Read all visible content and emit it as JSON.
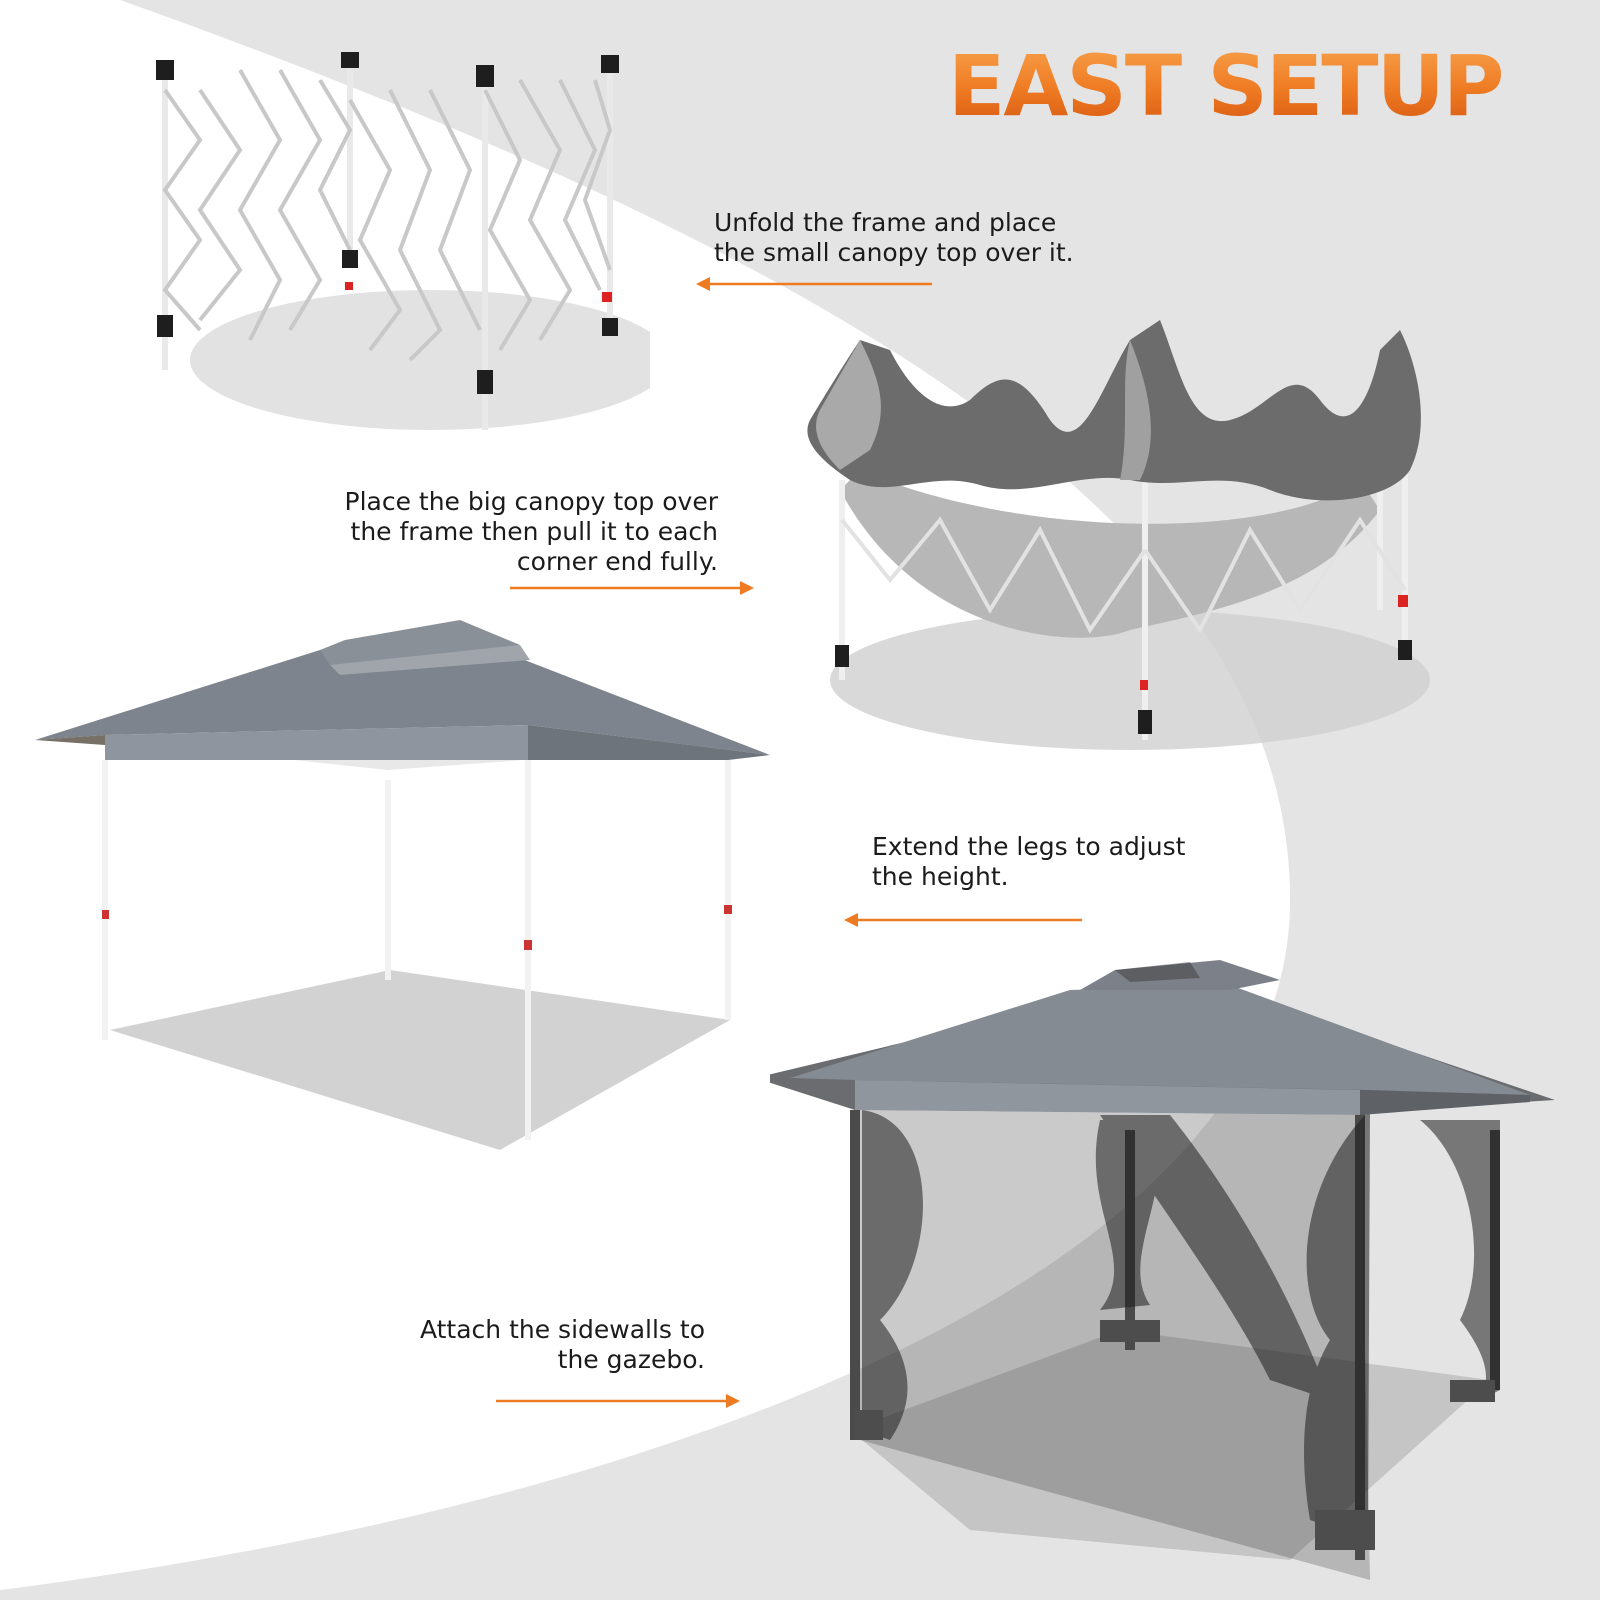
{
  "heading": "EAST SETUP",
  "steps": [
    {
      "lines": [
        "Unfold the frame and place",
        "the small canopy top over it."
      ],
      "arrow_direction": "left"
    },
    {
      "lines": [
        "Place the big canopy top over",
        "the frame then pull it to each",
        "corner end fully."
      ],
      "arrow_direction": "right"
    },
    {
      "lines": [
        "Extend the legs to adjust",
        "the height."
      ],
      "arrow_direction": "left"
    },
    {
      "lines": [
        "Attach the sidewalls to",
        "the gazebo."
      ],
      "arrow_direction": "right"
    }
  ],
  "colors": {
    "accent": "#ee7a22",
    "background_light": "#ffffff",
    "background_band": "#e4e4e4",
    "canopy_gray": "#808892",
    "canopy_dark": "#55585c",
    "frame_white": "#f2f2f2",
    "text": "#1b1b1b"
  },
  "illustrations": [
    "folded-frame-illustration",
    "frame-with-small-canopy-illustration",
    "gazebo-without-sidewalls-illustration",
    "gazebo-with-sidewalls-illustration"
  ]
}
